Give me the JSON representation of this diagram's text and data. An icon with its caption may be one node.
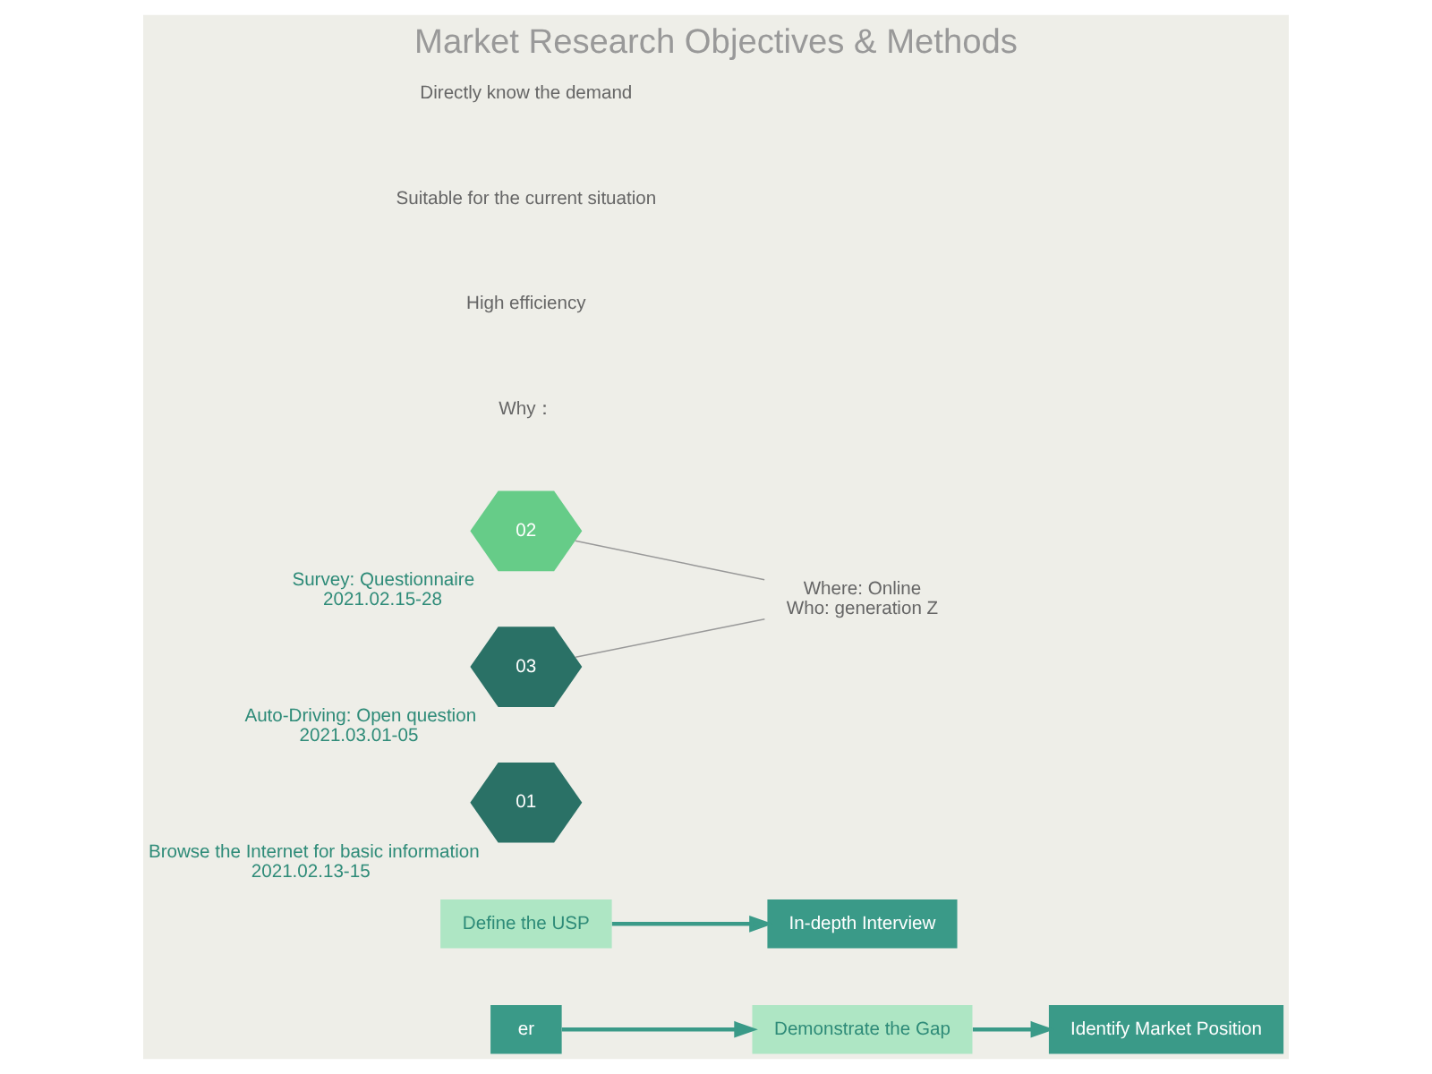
{
  "diagram": {
    "title": "Market Research Objectives & Methods",
    "nodes": [
      {
        "text": [
          "er"
        ]
      },
      {
        "text": [
          "Demonstrate the Gap"
        ]
      },
      {
        "text": [
          "Identify Market Position"
        ]
      },
      {
        "text": [
          "Define the USP"
        ]
      },
      {
        "text": [
          "In-depth Interview"
        ]
      },
      {
        "text": [
          "01"
        ],
        "beside": [
          "Browse the Internet for basic information",
          "2021.02.13-15"
        ]
      },
      {
        "text": [
          "02"
        ],
        "beside": [
          "Survey: Questionnaire",
          "2021.02.15-28"
        ]
      },
      {
        "text": [
          "03"
        ],
        "beside": [
          "Auto-Driving: Open question",
          "2021.03.01-05"
        ]
      },
      {
        "text": [
          "Where: Online",
          "Who: generation Z"
        ]
      }
    ],
    "edges": [
      {
        "from": 0,
        "to": 1,
        "arrow": "to"
      },
      {
        "from": 1,
        "to": 2,
        "arrow": "to"
      },
      {
        "from": 3,
        "to": 4,
        "arrow": "to"
      },
      {
        "from": 6,
        "to": 8,
        "arrow": "none",
        "color": "#999999"
      },
      {
        "from": 7,
        "to": 8,
        "arrow": "none",
        "color": "#999999"
      }
    ],
    "labels": [
      "Why：",
      "High efficiency",
      "Suitable for the current situation",
      "Directly know the demand"
    ]
  }
}
